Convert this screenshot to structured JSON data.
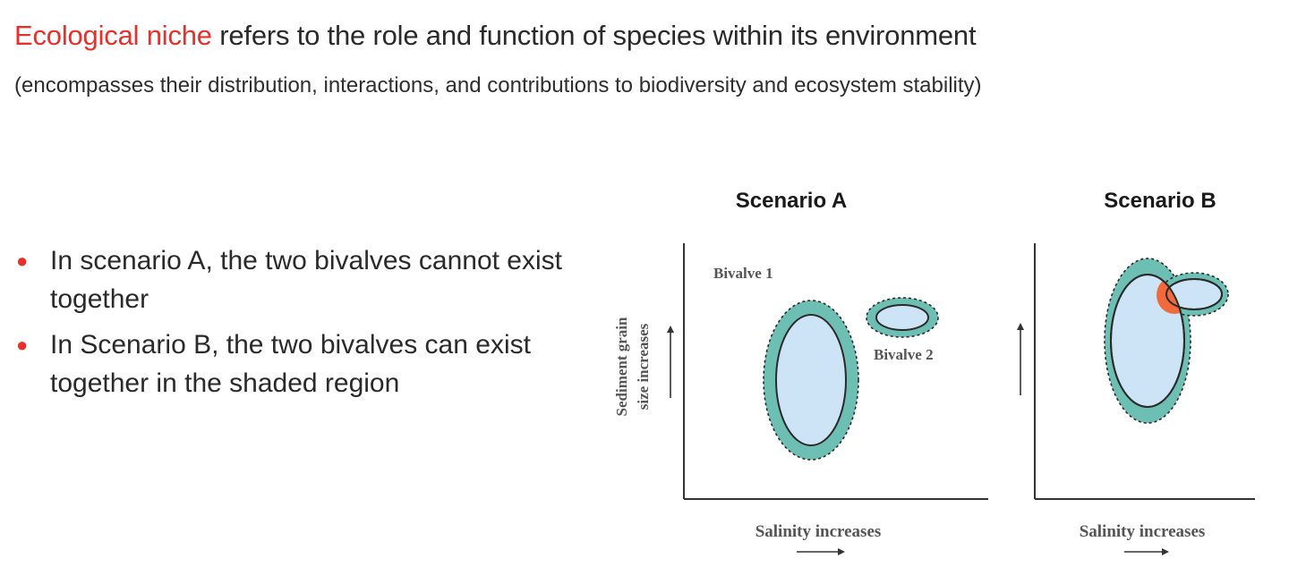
{
  "heading": {
    "term": "Ecological niche",
    "rest": " refers to the role and function of species within its environment",
    "subtitle": "(encompasses their distribution, interactions, and contributions to biodiversity and ecosystem stability)"
  },
  "bullets": [
    "In scenario A, the two bivalves cannot exist together",
    "In Scenario B, the two bivalves can exist together in the shaded region"
  ],
  "diagram": {
    "scenario_a": {
      "title": "Scenario A",
      "ylabel_line1": "Sediment grain",
      "ylabel_line2": "size increases",
      "xlabel": "Salinity increases",
      "label_bivalve1": "Bivalve 1",
      "label_bivalve2": "Bivalve 2"
    },
    "scenario_b": {
      "title": "Scenario B",
      "xlabel": "Salinity increases"
    },
    "colors": {
      "core_fill": "#cde3f6",
      "outer_fill": "#6dbfb4",
      "overlap_fill": "#f06a3d",
      "outline": "#2a2a2a",
      "axis": "#333333"
    }
  }
}
